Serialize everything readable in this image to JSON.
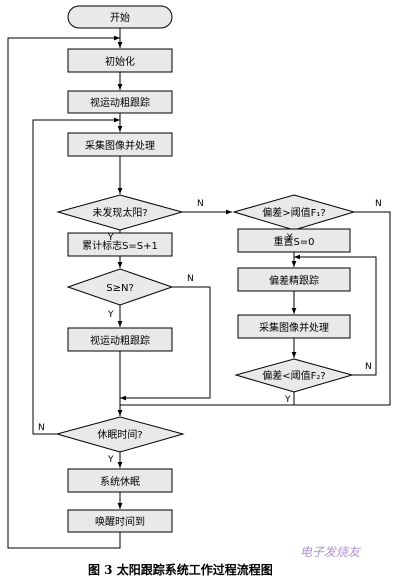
{
  "nodes": {
    "start": "开始",
    "init": "初始化",
    "coarse_track": "视运动粗跟踪",
    "capture_process": "采集图像并处理",
    "sun_not_found": "未发现太阳?",
    "deviation_gt": "偏差>阈值F₁?",
    "counter": "累计标志S=S+1",
    "reset": "重置S=0",
    "s_ge_n": "S≥N?",
    "fine_track": "偏差精跟踪",
    "coarse_track_2": "视运动粗跟踪",
    "capture_process_2": "采集图像并处理",
    "deviation_lt": "偏差<阈值F₂?",
    "sleep_time": "休眠时间?",
    "system_sleep": "系统休眠",
    "wake": "唤醒时间到"
  },
  "labels": {
    "yes": "Y",
    "no": "N"
  },
  "caption": "图 3  太阳跟踪系统工作过程流程图",
  "watermark": "电子发烧友"
}
